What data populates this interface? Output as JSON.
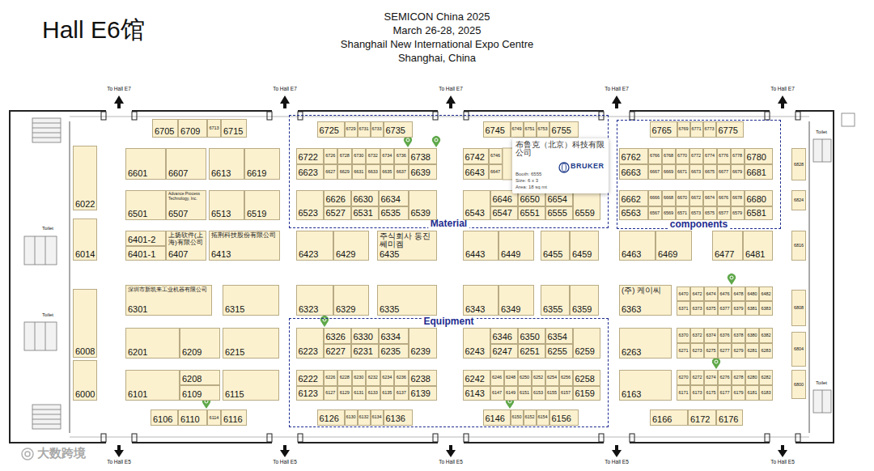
{
  "diagram": {
    "title": "Hall E6馆",
    "nodes": [
      {
        "text": [
          "6705"
        ]
      },
      {
        "text": [
          "6709"
        ]
      },
      {
        "text": [
          "6713"
        ]
      },
      {
        "text": [
          "6715"
        ]
      },
      {
        "text": [
          "Material"
        ]
      },
      {
        "text": [
          "6725"
        ],
        "in": 4
      },
      {
        "text": [
          "6729"
        ],
        "in": 4
      },
      {
        "text": [
          "6731"
        ],
        "in": 4
      },
      {
        "text": [
          "6733"
        ],
        "in": 4
      },
      {
        "text": [
          "6735"
        ],
        "in": 4
      },
      {
        "text": [
          "6745"
        ],
        "in": 4
      },
      {
        "text": [
          "6749"
        ],
        "in": 4
      },
      {
        "text": [
          "6751"
        ],
        "in": 4
      },
      {
        "text": [
          "6753"
        ],
        "in": 4
      },
      {
        "text": [
          "6755"
        ],
        "in": 4
      },
      {
        "text": [
          "6722"
        ],
        "in": 4
      },
      {
        "text": [
          "6726"
        ],
        "in": 4
      },
      {
        "text": [
          "6728"
        ],
        "in": 4
      },
      {
        "text": [
          "6730"
        ],
        "in": 4
      },
      {
        "text": [
          "6732"
        ],
        "in": 4
      },
      {
        "text": [
          "6734"
        ],
        "in": 4
      },
      {
        "text": [
          "6736"
        ],
        "in": 4
      },
      {
        "text": [
          "6738"
        ],
        "in": 4
      },
      {
        "text": [
          "6623"
        ],
        "in": 4
      },
      {
        "text": [
          "6627"
        ],
        "in": 4
      },
      {
        "text": [
          "6629"
        ],
        "in": 4
      },
      {
        "text": [
          "6631"
        ],
        "in": 4
      },
      {
        "text": [
          "6633"
        ],
        "in": 4
      },
      {
        "text": [
          "6635"
        ],
        "in": 4
      },
      {
        "text": [
          "6637"
        ],
        "in": 4
      },
      {
        "text": [
          "6639"
        ],
        "in": 4
      },
      {
        "text": [
          "6742"
        ],
        "in": 4
      },
      {
        "text": [
          "6746"
        ],
        "in": 4
      },
      {
        "text": [
          "6643"
        ],
        "in": 4
      },
      {
        "text": [
          "6647"
        ],
        "in": 4
      },
      {
        "text": [
          "6523"
        ],
        "in": 4
      },
      {
        "text": [
          "6626"
        ],
        "in": 4
      },
      {
        "text": [
          "6630"
        ],
        "in": 4
      },
      {
        "text": [
          "6634"
        ],
        "in": 4
      },
      {
        "text": [
          "6527"
        ],
        "in": 4
      },
      {
        "text": [
          "6531"
        ],
        "in": 4
      },
      {
        "text": [
          "6535"
        ],
        "in": 4
      },
      {
        "text": [
          "6539"
        ],
        "in": 4
      },
      {
        "text": [
          "6543"
        ],
        "in": 4
      },
      {
        "text": [
          "6646"
        ],
        "in": 4
      },
      {
        "text": [
          "6650"
        ],
        "in": 4
      },
      {
        "text": [
          "6654"
        ],
        "in": 4
      },
      {
        "text": [
          "6547"
        ],
        "in": 4
      },
      {
        "text": [
          "6551"
        ],
        "in": 4
      },
      {
        "text": [
          "6555"
        ],
        "in": 4
      },
      {
        "text": [
          "6559"
        ],
        "in": 4
      },
      {
        "text": [
          "components"
        ]
      },
      {
        "text": [
          "6765"
        ],
        "in": 51
      },
      {
        "text": [
          "6769"
        ],
        "in": 51
      },
      {
        "text": [
          "6771"
        ],
        "in": 51
      },
      {
        "text": [
          "6773"
        ],
        "in": 51
      },
      {
        "text": [
          "6775"
        ],
        "in": 51
      },
      {
        "text": [
          "6762"
        ],
        "in": 51
      },
      {
        "text": [
          "6766"
        ],
        "in": 51
      },
      {
        "text": [
          "6768"
        ],
        "in": 51
      },
      {
        "text": [
          "6770"
        ],
        "in": 51
      },
      {
        "text": [
          "6772"
        ],
        "in": 51
      },
      {
        "text": [
          "6774"
        ],
        "in": 51
      },
      {
        "text": [
          "6776"
        ],
        "in": 51
      },
      {
        "text": [
          "6778"
        ],
        "in": 51
      },
      {
        "text": [
          "6780"
        ],
        "in": 51
      },
      {
        "text": [
          "6663"
        ],
        "in": 51
      },
      {
        "text": [
          "6667"
        ],
        "in": 51
      },
      {
        "text": [
          "6669"
        ],
        "in": 51
      },
      {
        "text": [
          "6671"
        ],
        "in": 51
      },
      {
        "text": [
          "6673"
        ],
        "in": 51
      },
      {
        "text": [
          "6675"
        ],
        "in": 51
      },
      {
        "text": [
          "6677"
        ],
        "in": 51
      },
      {
        "text": [
          "6679"
        ],
        "in": 51
      },
      {
        "text": [
          "6681"
        ],
        "in": 51
      },
      {
        "text": [
          "6662"
        ],
        "in": 51
      },
      {
        "text": [
          "6666"
        ],
        "in": 51
      },
      {
        "text": [
          "6668"
        ],
        "in": 51
      },
      {
        "text": [
          "6670"
        ],
        "in": 51
      },
      {
        "text": [
          "6672"
        ],
        "in": 51
      },
      {
        "text": [
          "6674"
        ],
        "in": 51
      },
      {
        "text": [
          "6676"
        ],
        "in": 51
      },
      {
        "text": [
          "6678"
        ],
        "in": 51
      },
      {
        "text": [
          "6680"
        ],
        "in": 51
      },
      {
        "text": [
          "6563"
        ],
        "in": 51
      },
      {
        "text": [
          "6567"
        ],
        "in": 51
      },
      {
        "text": [
          "6569"
        ],
        "in": 51
      },
      {
        "text": [
          "6571"
        ],
        "in": 51
      },
      {
        "text": [
          "6573"
        ],
        "in": 51
      },
      {
        "text": [
          "6575"
        ],
        "in": 51
      },
      {
        "text": [
          "6577"
        ],
        "in": 51
      },
      {
        "text": [
          "6579"
        ],
        "in": 51
      },
      {
        "text": [
          "6581"
        ],
        "in": 51
      },
      {
        "text": [
          "6022"
        ]
      },
      {
        "text": [
          "6601"
        ]
      },
      {
        "text": [
          "6607"
        ]
      },
      {
        "text": [
          "6613"
        ]
      },
      {
        "text": [
          "6619"
        ]
      },
      {
        "text": [
          "6828"
        ]
      },
      {
        "text": [
          "6501"
        ]
      },
      {
        "text": [
          "Advance Process Technology, Inc.",
          "6507"
        ]
      },
      {
        "text": [
          "6513"
        ]
      },
      {
        "text": [
          "6519"
        ]
      },
      {
        "text": [
          "6824"
        ]
      },
      {
        "text": [
          "6014"
        ]
      },
      {
        "text": [
          "6401-2"
        ]
      },
      {
        "text": [
          "6401-1"
        ]
      },
      {
        "text": [
          "上扬软件(上海)有限公司",
          "6407"
        ]
      },
      {
        "text": [
          "拓荆科技股份有限公司",
          "6413"
        ]
      },
      {
        "text": [
          "6816"
        ]
      },
      {
        "text": [
          "6423"
        ]
      },
      {
        "text": [
          "6429"
        ]
      },
      {
        "text": [
          "주식회사 동진쎄미켐",
          "6435"
        ]
      },
      {
        "text": [
          "6443"
        ]
      },
      {
        "text": [
          "6449"
        ]
      },
      {
        "text": [
          "6455"
        ]
      },
      {
        "text": [
          "6459"
        ]
      },
      {
        "text": [
          "6463"
        ]
      },
      {
        "text": [
          "6469"
        ]
      },
      {
        "text": [
          "6477"
        ]
      },
      {
        "text": [
          "6481"
        ]
      },
      {
        "text": [
          "深圳市新凯来工业机器有限公司",
          "6301"
        ]
      },
      {
        "text": [
          "6315"
        ]
      },
      {
        "text": [
          "6323"
        ]
      },
      {
        "text": [
          "6329"
        ]
      },
      {
        "text": [
          "6335"
        ]
      },
      {
        "text": [
          "6343"
        ]
      },
      {
        "text": [
          "6349"
        ]
      },
      {
        "text": [
          "6355"
        ]
      },
      {
        "text": [
          "6359"
        ]
      },
      {
        "text": [
          "(주) 케이씨",
          "6363"
        ]
      },
      {
        "text": [
          "6470"
        ]
      },
      {
        "text": [
          "6472"
        ]
      },
      {
        "text": [
          "6474"
        ]
      },
      {
        "text": [
          "6476"
        ]
      },
      {
        "text": [
          "6478"
        ]
      },
      {
        "text": [
          "6480"
        ]
      },
      {
        "text": [
          "6482"
        ]
      },
      {
        "text": [
          "6371"
        ]
      },
      {
        "text": [
          "6373"
        ]
      },
      {
        "text": [
          "6375"
        ]
      },
      {
        "text": [
          "6377"
        ]
      },
      {
        "text": [
          "6379"
        ]
      },
      {
        "text": [
          "6381"
        ]
      },
      {
        "text": [
          "6383"
        ]
      },
      {
        "text": [
          "6808"
        ]
      },
      {
        "text": [
          "6008"
        ]
      },
      {
        "text": [
          "6201"
        ]
      },
      {
        "text": [
          "6209"
        ]
      },
      {
        "text": [
          "6215"
        ]
      },
      {
        "text": [
          "Equipment"
        ]
      },
      {
        "text": [
          "6223"
        ],
        "in": 150
      },
      {
        "text": [
          "6326"
        ],
        "in": 150
      },
      {
        "text": [
          "6330"
        ],
        "in": 150
      },
      {
        "text": [
          "6334"
        ],
        "in": 150
      },
      {
        "text": [
          "6227"
        ],
        "in": 150
      },
      {
        "text": [
          "6231"
        ],
        "in": 150
      },
      {
        "text": [
          "6235"
        ],
        "in": 150
      },
      {
        "text": [
          "6239"
        ],
        "in": 150
      },
      {
        "text": [
          "6243"
        ],
        "in": 150
      },
      {
        "text": [
          "6346"
        ],
        "in": 150
      },
      {
        "text": [
          "6350"
        ],
        "in": 150
      },
      {
        "text": [
          "6354"
        ],
        "in": 150
      },
      {
        "text": [
          "6247"
        ],
        "in": 150
      },
      {
        "text": [
          "6251"
        ],
        "in": 150
      },
      {
        "text": [
          "6255"
        ],
        "in": 150
      },
      {
        "text": [
          "6259"
        ],
        "in": 150
      },
      {
        "text": [
          "6222"
        ],
        "in": 150
      },
      {
        "text": [
          "6226"
        ],
        "in": 150
      },
      {
        "text": [
          "6228"
        ],
        "in": 150
      },
      {
        "text": [
          "6230"
        ],
        "in": 150
      },
      {
        "text": [
          "6232"
        ],
        "in": 150
      },
      {
        "text": [
          "6234"
        ],
        "in": 150
      },
      {
        "text": [
          "6236"
        ],
        "in": 150
      },
      {
        "text": [
          "6238"
        ],
        "in": 150
      },
      {
        "text": [
          "6123"
        ],
        "in": 150
      },
      {
        "text": [
          "6127"
        ],
        "in": 150
      },
      {
        "text": [
          "6129"
        ],
        "in": 150
      },
      {
        "text": [
          "6131"
        ],
        "in": 150
      },
      {
        "text": [
          "6133"
        ],
        "in": 150
      },
      {
        "text": [
          "6135"
        ],
        "in": 150
      },
      {
        "text": [
          "6137"
        ],
        "in": 150
      },
      {
        "text": [
          "6139"
        ],
        "in": 150
      },
      {
        "text": [
          "6242"
        ],
        "in": 150
      },
      {
        "text": [
          "6246"
        ],
        "in": 150
      },
      {
        "text": [
          "6248"
        ],
        "in": 150
      },
      {
        "text": [
          "6250"
        ],
        "in": 150
      },
      {
        "text": [
          "6252"
        ],
        "in": 150
      },
      {
        "text": [
          "6254"
        ],
        "in": 150
      },
      {
        "text": [
          "6256"
        ],
        "in": 150
      },
      {
        "text": [
          "6258"
        ],
        "in": 150
      },
      {
        "text": [
          "6143"
        ],
        "in": 150
      },
      {
        "text": [
          "6147"
        ],
        "in": 150
      },
      {
        "text": [
          "6149"
        ],
        "in": 150
      },
      {
        "text": [
          "6151"
        ],
        "in": 150
      },
      {
        "text": [
          "6153"
        ],
        "in": 150
      },
      {
        "text": [
          "6155"
        ],
        "in": 150
      },
      {
        "text": [
          "6157"
        ],
        "in": 150
      },
      {
        "text": [
          "6159"
        ],
        "in": 150
      },
      {
        "text": [
          "6126"
        ],
        "in": 150
      },
      {
        "text": [
          "6130"
        ],
        "in": 150
      },
      {
        "text": [
          "6132"
        ],
        "in": 150
      },
      {
        "text": [
          "6134"
        ],
        "in": 150
      },
      {
        "text": [
          "6136"
        ],
        "in": 150
      },
      {
        "text": [
          "6146"
        ],
        "in": 150
      },
      {
        "text": [
          "6150"
        ],
        "in": 150
      },
      {
        "text": [
          "6152"
        ],
        "in": 150
      },
      {
        "text": [
          "6154"
        ],
        "in": 150
      },
      {
        "text": [
          "6156"
        ],
        "in": 150
      },
      {
        "text": [
          "6263"
        ]
      },
      {
        "text": [
          "6370"
        ]
      },
      {
        "text": [
          "6372"
        ]
      },
      {
        "text": [
          "6374"
        ]
      },
      {
        "text": [
          "6376"
        ]
      },
      {
        "text": [
          "6378"
        ]
      },
      {
        "text": [
          "6380"
        ]
      },
      {
        "text": [
          "6382"
        ]
      },
      {
        "text": [
          "6271"
        ]
      },
      {
        "text": [
          "6273"
        ]
      },
      {
        "text": [
          "6275"
        ]
      },
      {
        "text": [
          "6277"
        ]
      },
      {
        "text": [
          "6279"
        ]
      },
      {
        "text": [
          "6281"
        ]
      },
      {
        "text": [
          "6283"
        ]
      },
      {
        "text": [
          "6804"
        ]
      },
      {
        "text": [
          "6101"
        ]
      },
      {
        "text": [
          "6208"
        ]
      },
      {
        "text": [
          "6109"
        ]
      },
      {
        "text": [
          "6115"
        ]
      },
      {
        "text": [
          "6000"
        ]
      },
      {
        "text": [
          "6163"
        ]
      },
      {
        "text": [
          "6270"
        ]
      },
      {
        "text": [
          "6272"
        ]
      },
      {
        "text": [
          "6274"
        ]
      },
      {
        "text": [
          "6276"
        ]
      },
      {
        "text": [
          "6278"
        ]
      },
      {
        "text": [
          "6280"
        ]
      },
      {
        "text": [
          "6282"
        ]
      },
      {
        "text": [
          "6171"
        ]
      },
      {
        "text": [
          "6173"
        ]
      },
      {
        "text": [
          "6175"
        ]
      },
      {
        "text": [
          "6177"
        ]
      },
      {
        "text": [
          "6179"
        ]
      },
      {
        "text": [
          "6181"
        ]
      },
      {
        "text": [
          "6183"
        ]
      },
      {
        "text": [
          "6800"
        ]
      },
      {
        "text": [
          "6106"
        ]
      },
      {
        "text": [
          "6110"
        ]
      },
      {
        "text": [
          "6114"
        ]
      },
      {
        "text": [
          "6116"
        ]
      },
      {
        "text": [
          "6166"
        ]
      },
      {
        "text": [
          "6172"
        ]
      },
      {
        "text": [
          "6176"
        ]
      },
      {
        "text": [
          "布鲁克（北京）科技有限公司",
          "BRUKER",
          "Booth: 6555",
          "Size: 6 x 3",
          "Area: 18 sq mt"
        ]
      }
    ],
    "labels": [
      "SEMICON China 2025",
      "March 26-28, 2025",
      "Shanghail New International Expo Centre",
      "Shanghai, China",
      "To Hall E7",
      "To Hall E7",
      "To Hall E7",
      "To Hall E7",
      "To Hall E7",
      "Toilet",
      "Toilet",
      "Toilet",
      "Toilet",
      "To Hall E5",
      "To Hall E5",
      "To Hall E5",
      "To Hall E5",
      "To Hall E5",
      "大数跨境"
    ]
  }
}
